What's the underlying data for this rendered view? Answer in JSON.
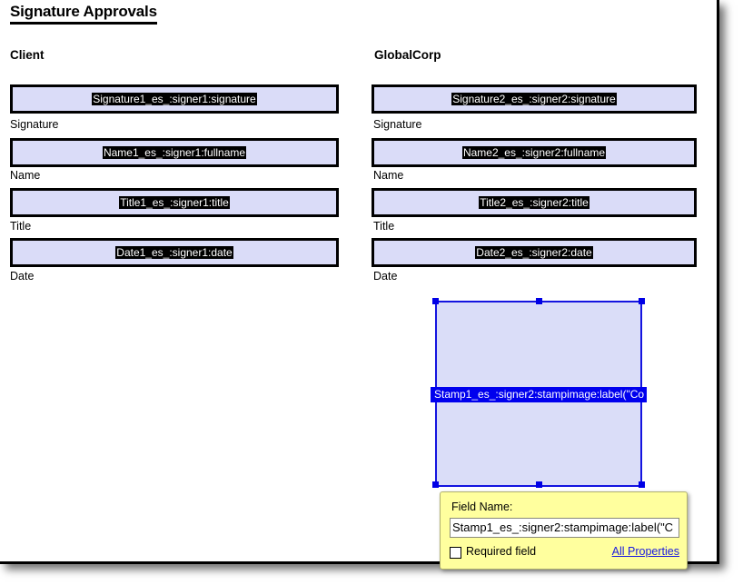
{
  "document": {
    "title": "Signature Approvals"
  },
  "columns": [
    {
      "heading": "Client"
    },
    {
      "heading": "GlobalCorp"
    }
  ],
  "fields": [
    {
      "tag": "Signature1_es_:signer1:signature",
      "caption": "Signature",
      "column": "client"
    },
    {
      "tag": "Name1_es_:signer1:fullname",
      "caption": "Name",
      "column": "client"
    },
    {
      "tag": "Title1_es_:signer1:title",
      "caption": "Title",
      "column": "client"
    },
    {
      "tag": "Date1_es_:signer1:date",
      "caption": "Date",
      "column": "client"
    },
    {
      "tag": "Signature2_es_:signer2:signature",
      "caption": "Signature",
      "column": "globalcorp"
    },
    {
      "tag": "Name2_es_:signer2:fullname",
      "caption": "Name",
      "column": "globalcorp"
    },
    {
      "tag": "Title2_es_:signer2:title",
      "caption": "Title",
      "column": "globalcorp"
    },
    {
      "tag": "Date2_es_:signer2:date",
      "caption": "Date",
      "column": "globalcorp"
    }
  ],
  "stamp_field": {
    "label": "Stamp1_es_:signer2:stampimage:label(\"Co"
  },
  "tooltip": {
    "field_name_label": "Field Name:",
    "field_name_value": "Stamp1_es_:signer2:stampimage:label(\"C",
    "required_label": "Required field",
    "required_checked": false,
    "all_properties_label": "All Properties"
  },
  "colors": {
    "field_fill": "#dadcf8",
    "field_border": "#000000",
    "selection": "#0000ee",
    "tooltip_bg": "#ffff9e",
    "link": "#1a1ae0"
  }
}
